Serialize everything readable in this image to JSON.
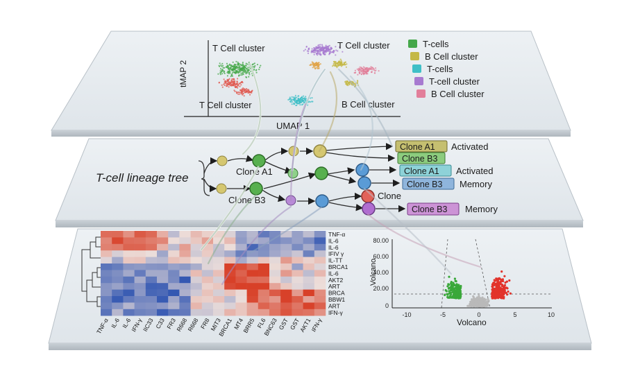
{
  "top_layer": {
    "x_axis_label": "UMAP 1",
    "y_axis_label": "tMAP 2",
    "cluster_labels": [
      "T Cell cluster",
      "T Cell cluster",
      "T Cell cluster",
      "B Cell cluster"
    ],
    "legend": [
      {
        "label": "T-cells",
        "color": "#45a84a"
      },
      {
        "label": "B Cell cluster",
        "color": "#c4b845"
      },
      {
        "label": "T-cells",
        "color": "#3fbfc7"
      },
      {
        "label": "T-cell cluster",
        "color": "#a77ad0"
      },
      {
        "label": "B Cell cluster",
        "color": "#e27f9a"
      }
    ]
  },
  "middle_layer": {
    "tree_title": "T-cell lineage tree",
    "node_labels": [
      "Clone A1",
      "Clone B3"
    ],
    "clone_text": "Clone",
    "outcomes": [
      {
        "tag": "Clone A1",
        "status": "Activated",
        "color": "#c5bf70"
      },
      {
        "tag": "Clone B3",
        "status": "",
        "color": "#8ccc7e"
      },
      {
        "tag": "Clone A1",
        "status": "Activated",
        "color": "#8ed2d8"
      },
      {
        "tag": "Clone B3",
        "status": "Memory",
        "color": "#8fb5dc"
      },
      {
        "tag": "Clone B3",
        "status": "Memory",
        "color": "#cc93d6"
      }
    ]
  },
  "bottom_layer": {
    "heatmap_row_genes": [
      "TNF-α",
      "IL-6",
      "IL-6",
      "IFIV γ",
      "IL-TT",
      "BRCA1",
      "IL-6",
      "AKT2",
      "ART",
      "BRCA",
      "BBW1",
      "ART",
      "IFN-γ"
    ],
    "heatmap_col_genes": [
      "TNF-α",
      "IL-6",
      "IL-6",
      "IFN-γ",
      "IIC33",
      "C33",
      "FR3",
      "R668",
      "R668",
      "FR8",
      "MIT3",
      "BRCA1",
      "MT4",
      "BRR5",
      "FL6",
      "BNC63",
      "GST",
      "GST",
      "AKT1",
      "IFN-γ"
    ],
    "volcano": {
      "x_label": "Volcano",
      "y_label": "Volcano",
      "x_ticks": [
        "-10",
        "-5",
        "0",
        "5",
        "10"
      ],
      "y_ticks": [
        "80.00",
        "60.00",
        "40.00",
        "20.00",
        "0"
      ],
      "colors": {
        "down": "#3aa83a",
        "up": "#e2332b",
        "ns": "#b9b9b9"
      }
    }
  }
}
